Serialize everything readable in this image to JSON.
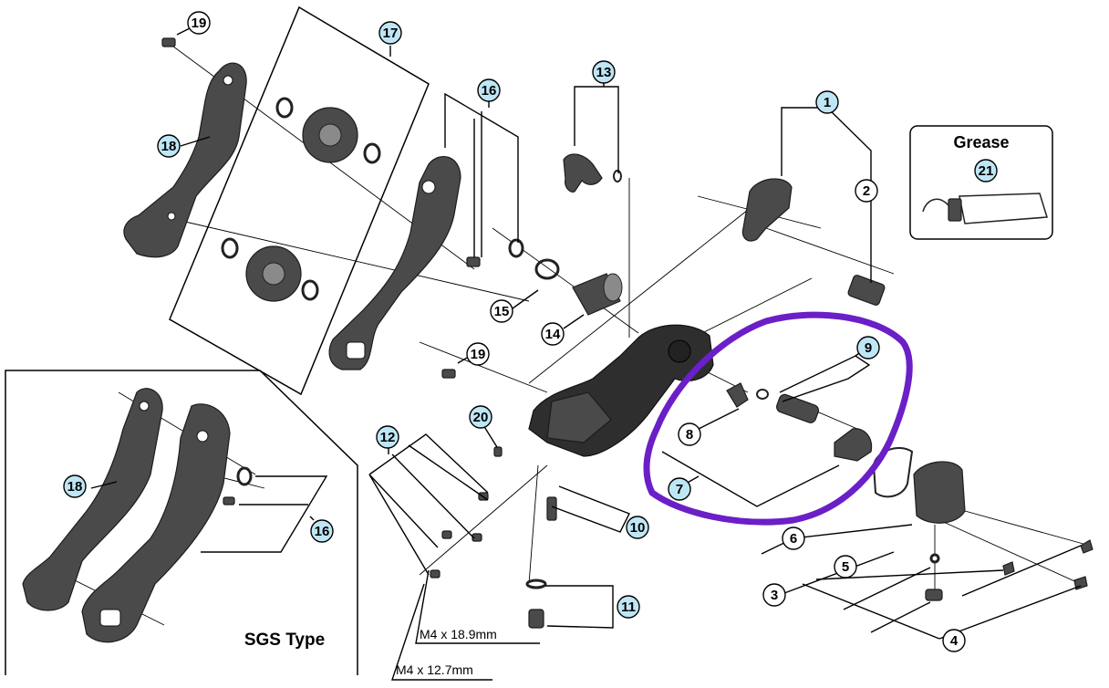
{
  "callouts": [
    {
      "id": "c1",
      "label": "1",
      "highlight": true
    },
    {
      "id": "c2",
      "label": "2",
      "highlight": false
    },
    {
      "id": "c3",
      "label": "3",
      "highlight": false
    },
    {
      "id": "c4",
      "label": "4",
      "highlight": false
    },
    {
      "id": "c5",
      "label": "5",
      "highlight": false
    },
    {
      "id": "c6",
      "label": "6",
      "highlight": false
    },
    {
      "id": "c7",
      "label": "7",
      "highlight": true
    },
    {
      "id": "c8",
      "label": "8",
      "highlight": false
    },
    {
      "id": "c9",
      "label": "9",
      "highlight": true
    },
    {
      "id": "c10",
      "label": "10",
      "highlight": true
    },
    {
      "id": "c11",
      "label": "11",
      "highlight": true
    },
    {
      "id": "c12",
      "label": "12",
      "highlight": true
    },
    {
      "id": "c13",
      "label": "13",
      "highlight": true
    },
    {
      "id": "c14",
      "label": "14",
      "highlight": false
    },
    {
      "id": "c15",
      "label": "15",
      "highlight": false
    },
    {
      "id": "c16a",
      "label": "16",
      "highlight": true
    },
    {
      "id": "c16b",
      "label": "16",
      "highlight": true
    },
    {
      "id": "c17",
      "label": "17",
      "highlight": true
    },
    {
      "id": "c18a",
      "label": "18",
      "highlight": true
    },
    {
      "id": "c18b",
      "label": "18",
      "highlight": true
    },
    {
      "id": "c19a",
      "label": "19",
      "highlight": false
    },
    {
      "id": "c19b",
      "label": "19",
      "highlight": false
    },
    {
      "id": "c20",
      "label": "20",
      "highlight": true
    },
    {
      "id": "c21",
      "label": "21",
      "highlight": true
    }
  ],
  "labels": {
    "grease": "Grease",
    "sgs_type": "SGS Type",
    "dim_long": "M4 x 18.9mm",
    "dim_short": "M4 x 12.7mm"
  },
  "colors": {
    "callout_highlight": "#bfe6f5",
    "annotation_circle": "#6a1fc7"
  }
}
